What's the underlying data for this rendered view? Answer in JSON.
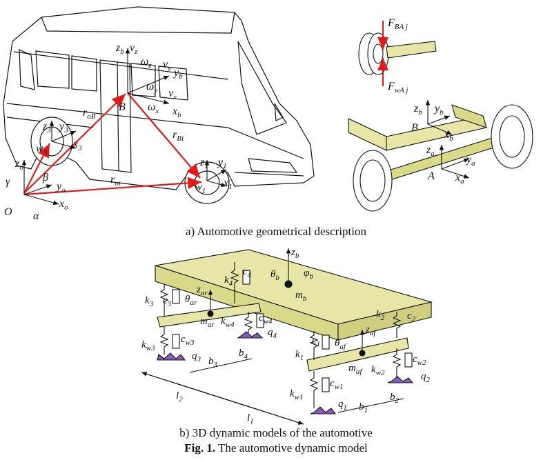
{
  "captions": {
    "part_a": "a) Automotive geometrical description",
    "part_b": "b) 3D dynamic models of the automotive",
    "figure_prefix": "Fig. 1.",
    "figure_title": "The automotive dynamic model"
  },
  "labels": {
    "origin": "O",
    "body_point": "B",
    "axle_point": "A",
    "forces": [
      "F_BAj",
      "F_wAj"
    ],
    "vectors": [
      "r_oB",
      "r_Bi",
      "r_oi"
    ],
    "angles": [
      "α",
      "β",
      "γ"
    ],
    "ground_axes": [
      "x_o",
      "y_o",
      "z_o"
    ],
    "body_axes": [
      "x_b",
      "y_b",
      "z_b"
    ],
    "velocities": [
      "v_x",
      "v_y",
      "v_z"
    ],
    "angular_rates": [
      "ω_x",
      "ω_y",
      "ω_z"
    ],
    "wheel_frames": [
      "w_1",
      "w_3"
    ],
    "axle_axes": [
      "x_a",
      "y_a",
      "z_a"
    ],
    "masses": [
      "m_b",
      "m_ar",
      "m_af"
    ],
    "rotations": [
      "θ_b",
      "φ_b",
      "θ_ar",
      "θ_af"
    ],
    "springs": [
      "k_1",
      "k_2",
      "k_3",
      "k_4",
      "k_w1",
      "k_w2",
      "k_w3",
      "k_w4"
    ],
    "dampers": [
      "c_1",
      "c_2",
      "c_3",
      "c_4",
      "c_w1",
      "c_w2",
      "c_w3",
      "c_w4"
    ],
    "road_inputs": [
      "q_1",
      "q_2",
      "q_3",
      "q_4"
    ],
    "dimensions": [
      "l_1",
      "l_2",
      "b_1",
      "b_2",
      "b_3",
      "b_4"
    ]
  },
  "colors": {
    "vector_red": "#e01b1b",
    "body_fill": "#e8e6a6",
    "axle_fill": "#d9d98a",
    "road_purple": "#8a5bb8",
    "line": "#111111"
  }
}
